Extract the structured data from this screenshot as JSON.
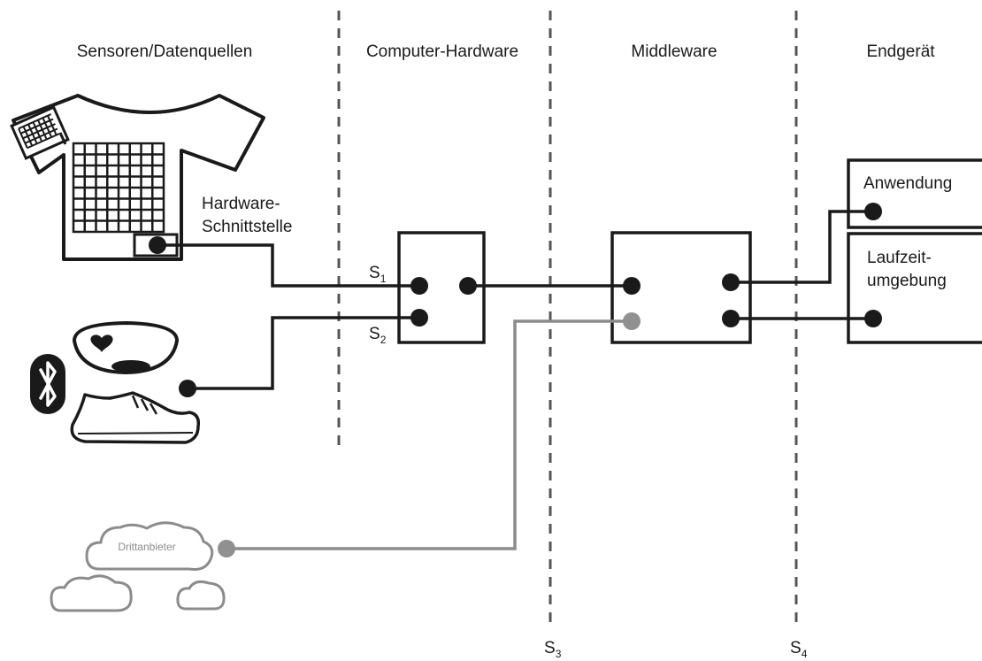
{
  "columns": {
    "sensors": "Sensoren/Datenquellen",
    "hardware": "Computer-Hardware",
    "middleware": "Middleware",
    "device": "Endgerät"
  },
  "labels": {
    "hw_interface_line1": "Hardware-",
    "hw_interface_line2": "Schnittstelle",
    "application": "Anwendung",
    "runtime_line1": "Laufzeit-",
    "runtime_line2": "umgebung",
    "third_party": "Drittanbieter"
  },
  "interfaces": {
    "s1": {
      "base": "S",
      "sub": "1"
    },
    "s2": {
      "base": "S",
      "sub": "2"
    },
    "s3": {
      "base": "S",
      "sub": "3"
    },
    "s4": {
      "base": "S",
      "sub": "4"
    }
  },
  "colors": {
    "ink": "#1a1a1a",
    "grey_path": "#8c8c8c",
    "grey_node": "#909090",
    "divider": "#555555"
  },
  "icons": [
    "tshirt-sensor-icon",
    "solar-panel-icon",
    "heart-rate-monitor-icon",
    "bluetooth-icon",
    "shoe-icon",
    "cloud-icon"
  ]
}
